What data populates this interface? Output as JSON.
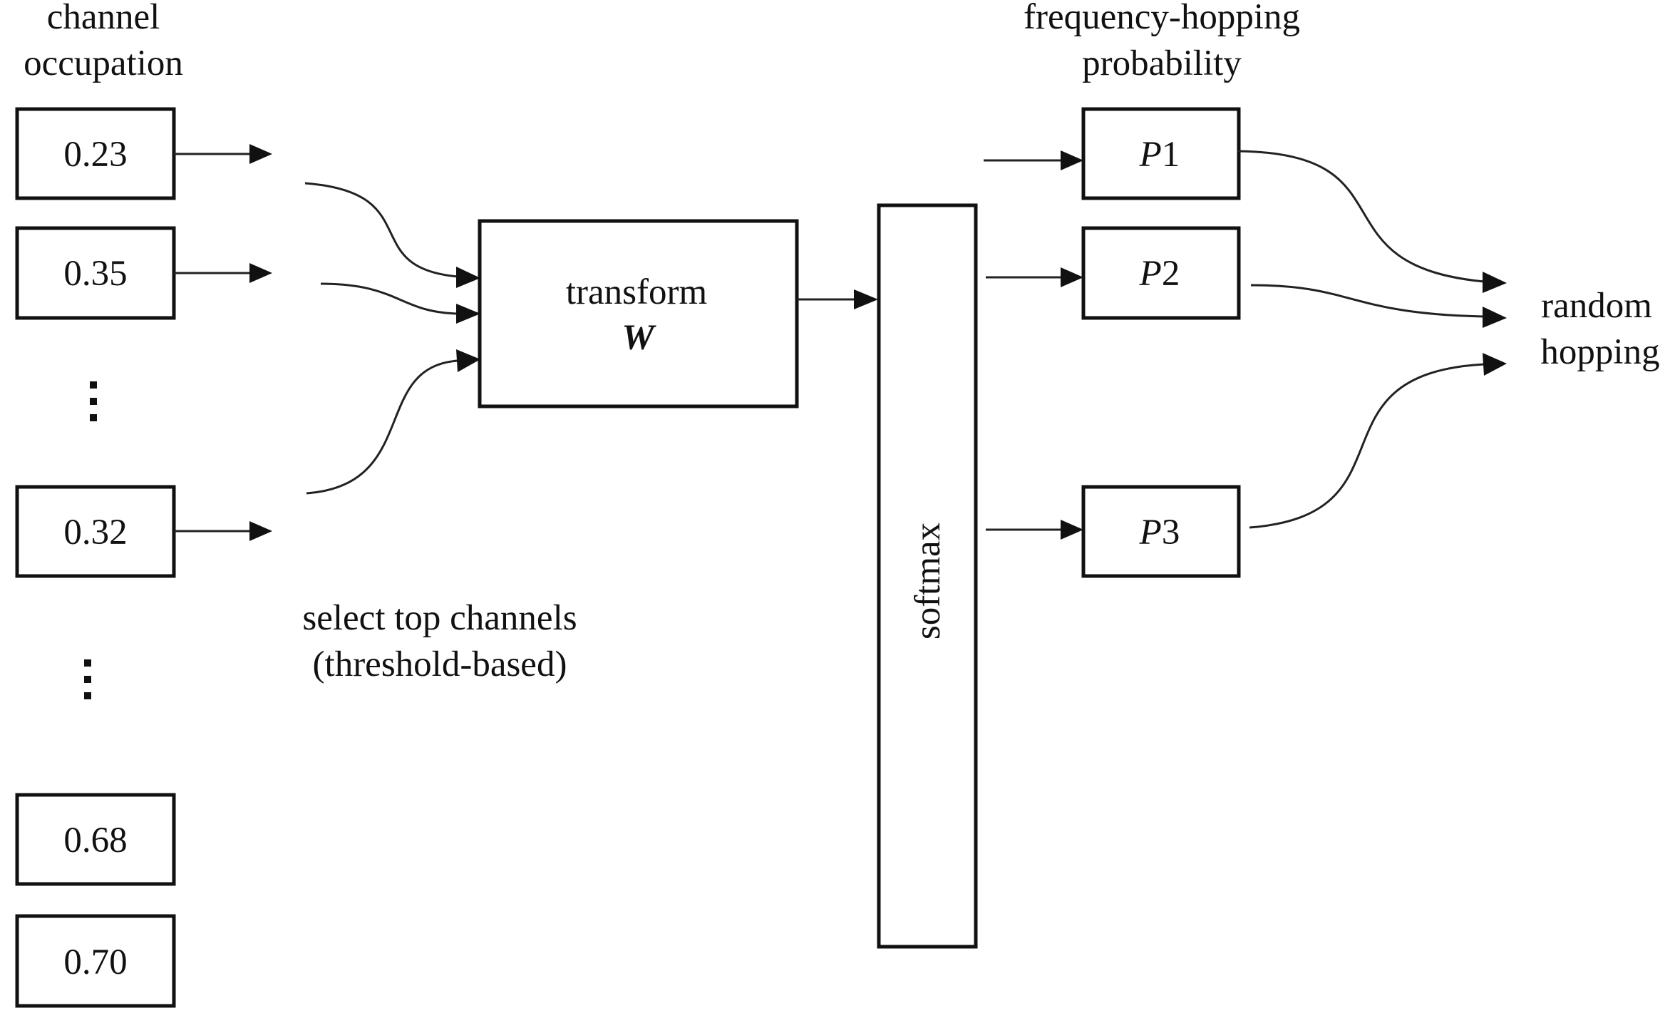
{
  "labels": {
    "channel_occupation_line1": "channel",
    "channel_occupation_line2": "occupation",
    "fh_probability_line1": "frequency-hopping",
    "fh_probability_line2": "probability",
    "select_line1": "select top channels",
    "select_line2": "(threshold-based)",
    "transform": "transform",
    "transform_symbol": "W",
    "softmax": "softmax",
    "random_line1": "random",
    "random_line2": "hopping"
  },
  "channels": [
    "0.23",
    "0.35",
    "0.32",
    "0.68",
    "0.70"
  ],
  "probabilities": [
    {
      "letter": "P",
      "index": "1"
    },
    {
      "letter": "P",
      "index": "2"
    },
    {
      "letter": "P",
      "index": "3"
    }
  ],
  "ellipsis": "⋮"
}
